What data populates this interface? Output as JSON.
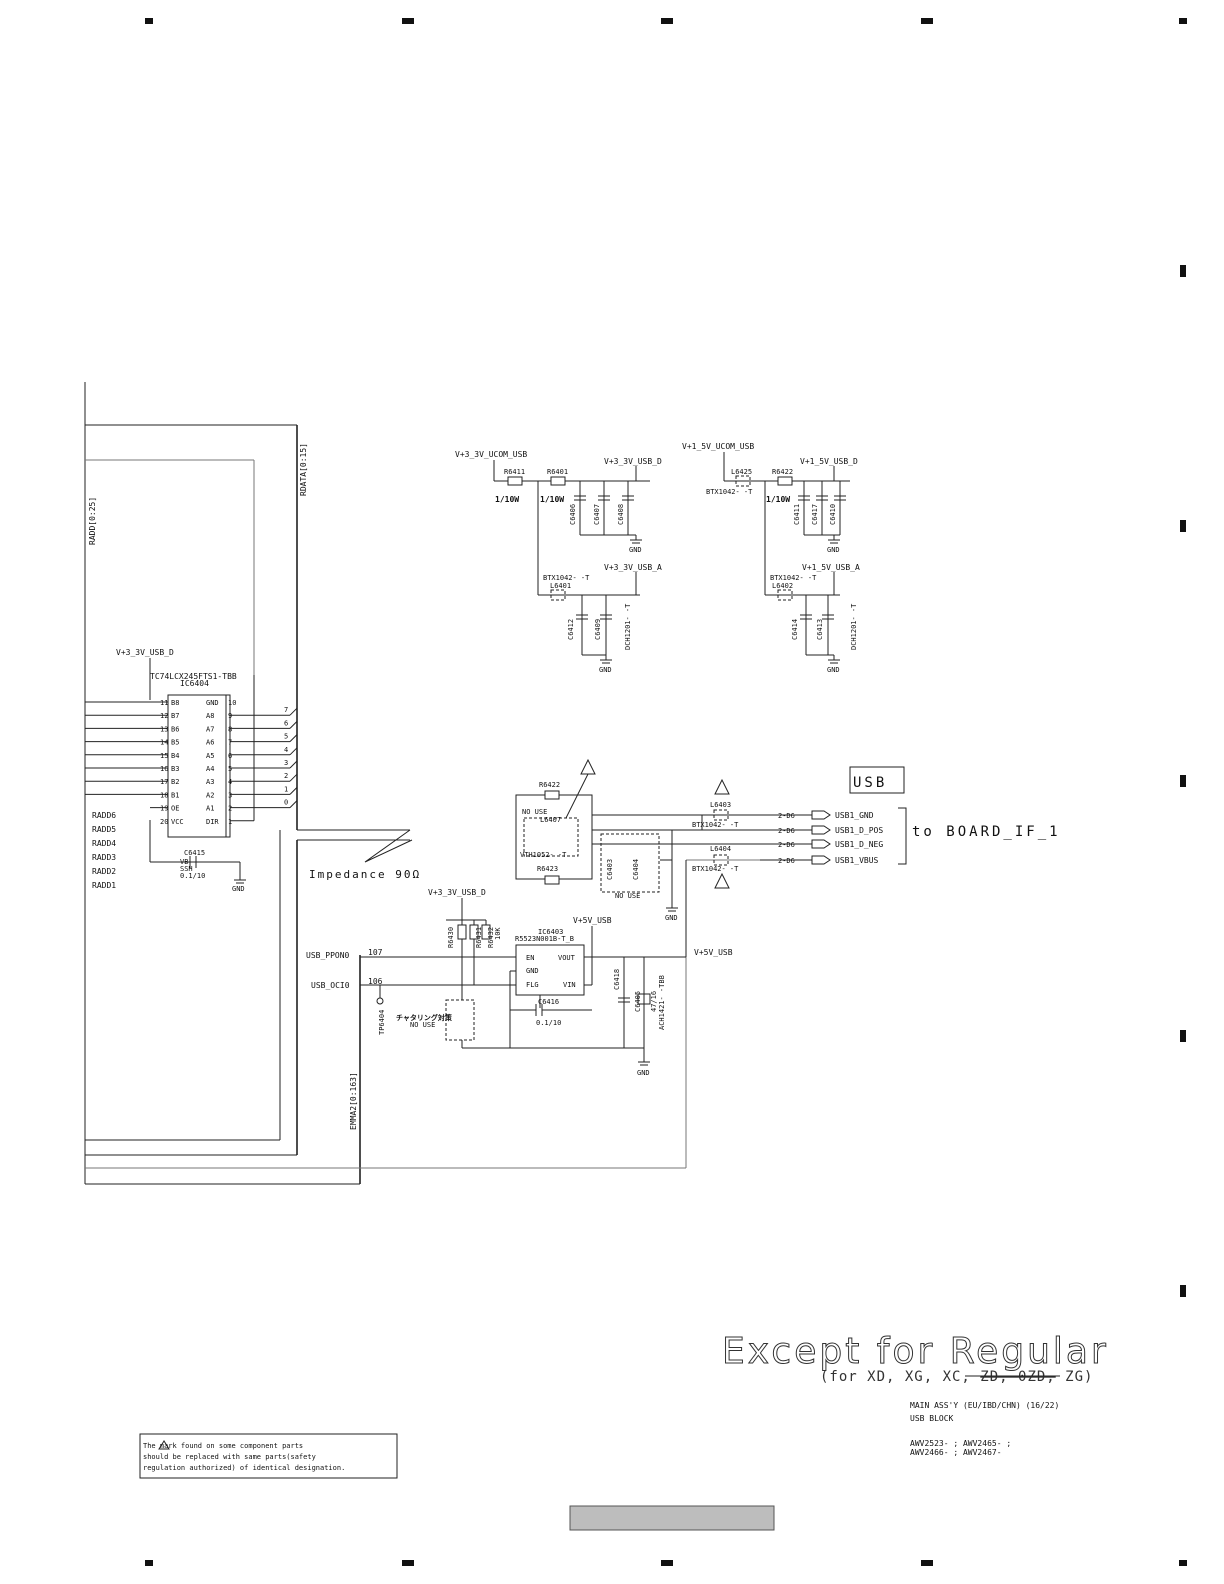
{
  "sheet": {
    "title_big": "Except for Regular",
    "title_for_prefix": "(for XD, XG, XC, ",
    "title_for_struck": "ZD, 0ZD,",
    "title_for_suffix": " ZG)",
    "assy": "MAIN ASS'Y (EU/IBD/CHN)  (16/22)",
    "block": "USB BLOCK",
    "part_line1": "AWV2523- ; AWV2465- ;",
    "part_line2": "AWV2466- ; AWV2467-",
    "safety_line1": "The  mark found on some component parts",
    "safety_line2": "should be replaced with same parts(safety",
    "safety_line3": "regulation authorized) of identical designation."
  },
  "buses": {
    "radd": "RADD[0:25]",
    "rdata": "RDATA[0:15]",
    "emma": "EMMA2[0:163]"
  },
  "ic6404": {
    "part": "TC74LCX245FTS1-TBB",
    "ref": "IC6404",
    "supply": "V+3_3V_USB_D",
    "pins_left": [
      "B8",
      "B7",
      "B6",
      "B5",
      "B4",
      "B3",
      "B2",
      "B1",
      "OE",
      "VCC"
    ],
    "pins_right": [
      "GND",
      "A8",
      "A7",
      "A6",
      "A5",
      "A4",
      "A3",
      "A2",
      "A1",
      "DIR"
    ],
    "pin_nums_left": [
      "11",
      "12",
      "13",
      "14",
      "15",
      "16",
      "17",
      "18",
      "19",
      "20"
    ],
    "pin_nums_right": [
      "10",
      "9",
      "8",
      "7",
      "6",
      "5",
      "4",
      "3",
      "2",
      "1"
    ],
    "bits": [
      "7",
      "6",
      "5",
      "4",
      "3",
      "2",
      "1",
      "0"
    ],
    "radd_labels": [
      "RADD6",
      "RADD5",
      "RADD4",
      "RADD3",
      "RADD2",
      "RADD1"
    ],
    "cap_ref": "C6415",
    "cap_type": "VB",
    "cap_note": "SSH",
    "cap_val": "0.1/10",
    "gnd": "GND"
  },
  "upper_left": {
    "rail_in": "V+3_3V_UCOM_USB",
    "rail_d": "V+3_3V_USB_D",
    "rail_a": "V+3_3V_USB_A",
    "r1": "R6411",
    "r1_val": "1/10W",
    "r2": "R6401",
    "r2_val": "1/10W",
    "l": "L6401",
    "l_part": "BTX1042- -T",
    "caps_d": [
      "C6406",
      "C6407",
      "C6408"
    ],
    "caps_a": [
      "C6412",
      "C6409"
    ],
    "cap_part": "DCH1201- -T",
    "gnd": "GND"
  },
  "upper_right": {
    "rail_in": "V+1_5V_UCOM_USB",
    "rail_d": "V+1_5V_USB_D",
    "rail_a": "V+1_5V_USB_A",
    "l1": "L6425",
    "l1_part": "BTX1042- -T",
    "r": "R6422",
    "r_val": "1/10W",
    "l2": "L6402",
    "l2_part": "BTX1042- -T",
    "caps_d": [
      "C6411",
      "C6417",
      "C6410"
    ],
    "caps_a": [
      "C6414",
      "C6413"
    ],
    "cap_part": "DCH1201- -T",
    "gnd": "GND"
  },
  "usb_lines": {
    "r_top": "R6422",
    "r_top_note": "NO USE",
    "l_mid": "L6407",
    "l_mid_part": "VTH1052- -T",
    "r_bot": "R6423",
    "ferrite1": "L6403",
    "ferrite1_part": "BTX1042- -T",
    "ferrite2": "L6404",
    "ferrite2_part": "BTX1042- -T",
    "caps": [
      "C6403",
      "C6404"
    ],
    "caps_note": "NO USE",
    "sheet_ref": "2-D6",
    "signals": [
      "USB1_GND",
      "USB1_D_POS",
      "USB1_D_NEG",
      "USB1_VBUS"
    ],
    "destination": "to BOARD_IF_1",
    "usb_label": "USB",
    "impedance": "Impedance 90Ω",
    "gnd": "GND"
  },
  "power_switch": {
    "supply_d": "V+3_3V_USB_D",
    "supply_5v": "V+5V_USB",
    "ic_ref": "IC6403",
    "ic_part": "R5523N001B-T_B",
    "pins": [
      "EN",
      "GND",
      "FLG",
      "VOUT",
      "VIN"
    ],
    "resistors": [
      "R6430",
      "R6431",
      "R6432"
    ],
    "res_val": "10K",
    "net_ppon": "USB_PPON0",
    "net_oci": "USB_OCI0",
    "bit_ppon": "107",
    "bit_oci": "106",
    "tp": "TP6404",
    "chatter_note": "チャタリング対策",
    "nouse": "NO USE",
    "cap_small": "C6416",
    "cap_small_val": "0.1/10",
    "cap_large": "C6405",
    "cap_large_val": "47/16",
    "cap_large_part": "ACH1421- -TBB",
    "cap_extra": "C6418",
    "out_label": "V+5V_USB",
    "gnd": "GND"
  }
}
